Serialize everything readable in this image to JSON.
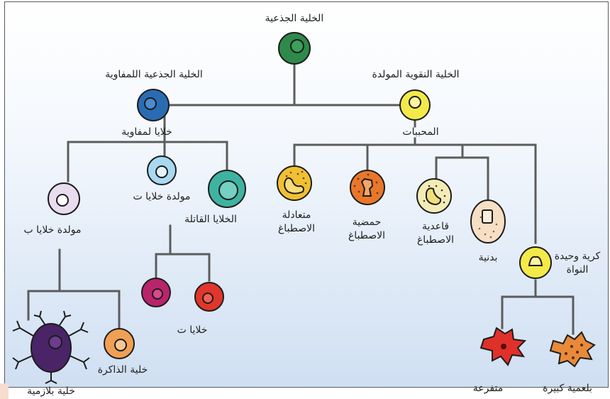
{
  "labels": {
    "stem_cell": "الخلية الجذعية",
    "lymphoid_stem": "الخلية الجذعية اللمفاوية",
    "myeloid_stem": "الخلية النقوية المولدة",
    "lymphocytes": "خلايا لمفاوية",
    "granulocytes": "المحببات",
    "b_cell_line1": "مولدة خلايا",
    "b_cell_line2": "ب",
    "t_cell_line1": "مولدة خلايا",
    "t_cell_line2": "ت",
    "killer_cells": "الخلايا القاتلة",
    "t_cells": "خلايا ت",
    "neutrophil_line1": "متعادلة",
    "neutrophil_line2": "الاصطباغ",
    "eosinophil_line1": "حمضية",
    "eosinophil_line2": "الاصطباغ",
    "basophil_line1": "قاعدية",
    "basophil_line2": "الاصطباغ",
    "monocyte_line1": "كرية وحيدة",
    "monocyte_line2": "النواة",
    "platelet": "بدنية",
    "plasma_cell": "خلية بلازمية",
    "memory_cell": "خلية الذاكرة",
    "dendritic": "متفرعة",
    "macrophage": "بلعمية كبيرة"
  },
  "colors": {
    "stem": "#2e8a4a",
    "lymphoid": "#2a6cb3",
    "myeloid": "#f3ea4a",
    "b_precursor": "#e9dcef",
    "t_precursor": "#a9d8f1",
    "killer": "#3fb3a2",
    "t_magenta": "#b8246b",
    "t_red": "#e0362c",
    "granule": "#f1c032",
    "eosin": "#e8772a",
    "baso": "#f4ecb6",
    "plasma": "#4a2466",
    "memory": "#f0a055",
    "dendritic": "#e0302a",
    "macrophage": "#e88a3a"
  }
}
